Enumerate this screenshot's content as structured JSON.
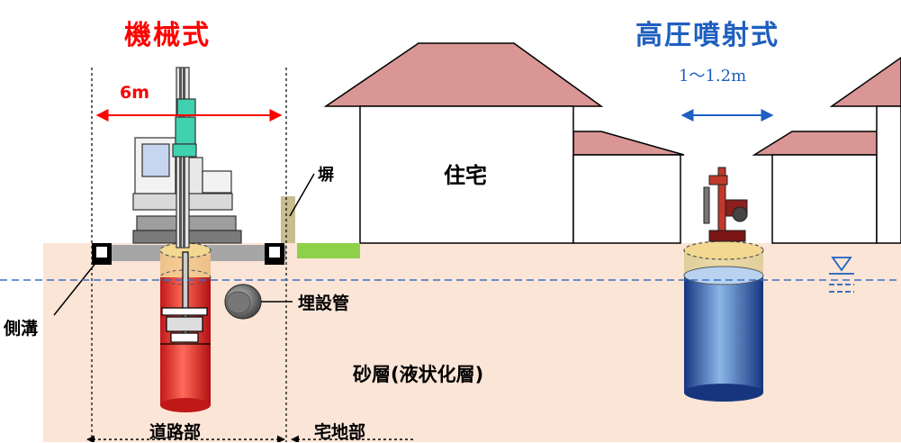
{
  "titles": {
    "mechanical": "機械式",
    "high_pressure": "高圧噴射式"
  },
  "widths": {
    "mechanical": "6m",
    "high_pressure": "1～1.2m"
  },
  "labels": {
    "house": "住宅",
    "wall": "塀",
    "buried_pipe": "埋設管",
    "side_ditch": "側溝",
    "sand_layer": "砂層(液状化層)",
    "road_section": "道路部",
    "residential_section": "宅地部"
  },
  "colors": {
    "mechanical_column": "#e8332e",
    "high_pressure_column": "#1e4aa8",
    "ground": "#fbe5d6",
    "roof": "#d99694",
    "water_line": "#3a6fc7",
    "lawn": "#8dd14a",
    "wall": "#c9bc8f"
  },
  "icons": [
    "excavator-icon",
    "drilling-rig-icon",
    "water-table-icon",
    "buried-pipe-icon"
  ]
}
